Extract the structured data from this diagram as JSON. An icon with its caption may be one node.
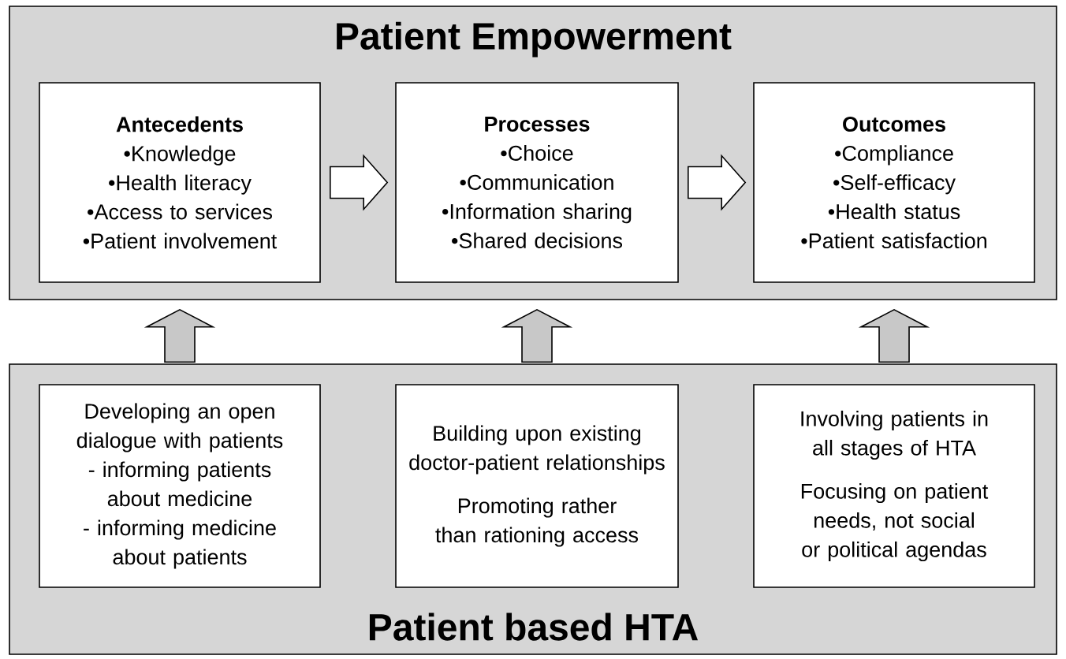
{
  "diagram": {
    "nodes": [
      {
        "text": [
          "Patient Empowerment"
        ]
      },
      {
        "text": [
          "Antecedents",
          "•Knowledge",
          "•Health literacy",
          "•Access to services",
          "•Patient  involvement"
        ],
        "in": 0
      },
      {
        "text": [
          "Processes",
          "•Choice",
          "•Communication",
          "•Information sharing",
          "•Shared decisions"
        ],
        "in": 0
      },
      {
        "text": [
          "Outcomes",
          "•Compliance",
          "•Self-efficacy",
          "•Health status",
          "•Patient satisfaction"
        ],
        "in": 0
      },
      {
        "text": [
          "Patient based HTA"
        ]
      },
      {
        "text": [
          "Developing an open dialogue with patients",
          "- informing patients about medicine",
          "- informing medicine about patients"
        ],
        "in": 4
      },
      {
        "text": [
          "Building upon existing doctor-patient relationships",
          "Promoting rather than rationing access"
        ],
        "in": 4
      },
      {
        "text": [
          "Involving patients in all stages of HTA",
          "Focusing on patient needs, not social or political agendas"
        ],
        "in": 4
      }
    ],
    "edges": [
      {
        "from": 1,
        "to": 2,
        "arrow": "to"
      },
      {
        "from": 2,
        "to": 3,
        "arrow": "to"
      },
      {
        "from": 5,
        "to": 1,
        "arrow": "to"
      },
      {
        "from": 6,
        "to": 2,
        "arrow": "to"
      },
      {
        "from": 7,
        "to": 3,
        "arrow": "to"
      }
    ]
  }
}
